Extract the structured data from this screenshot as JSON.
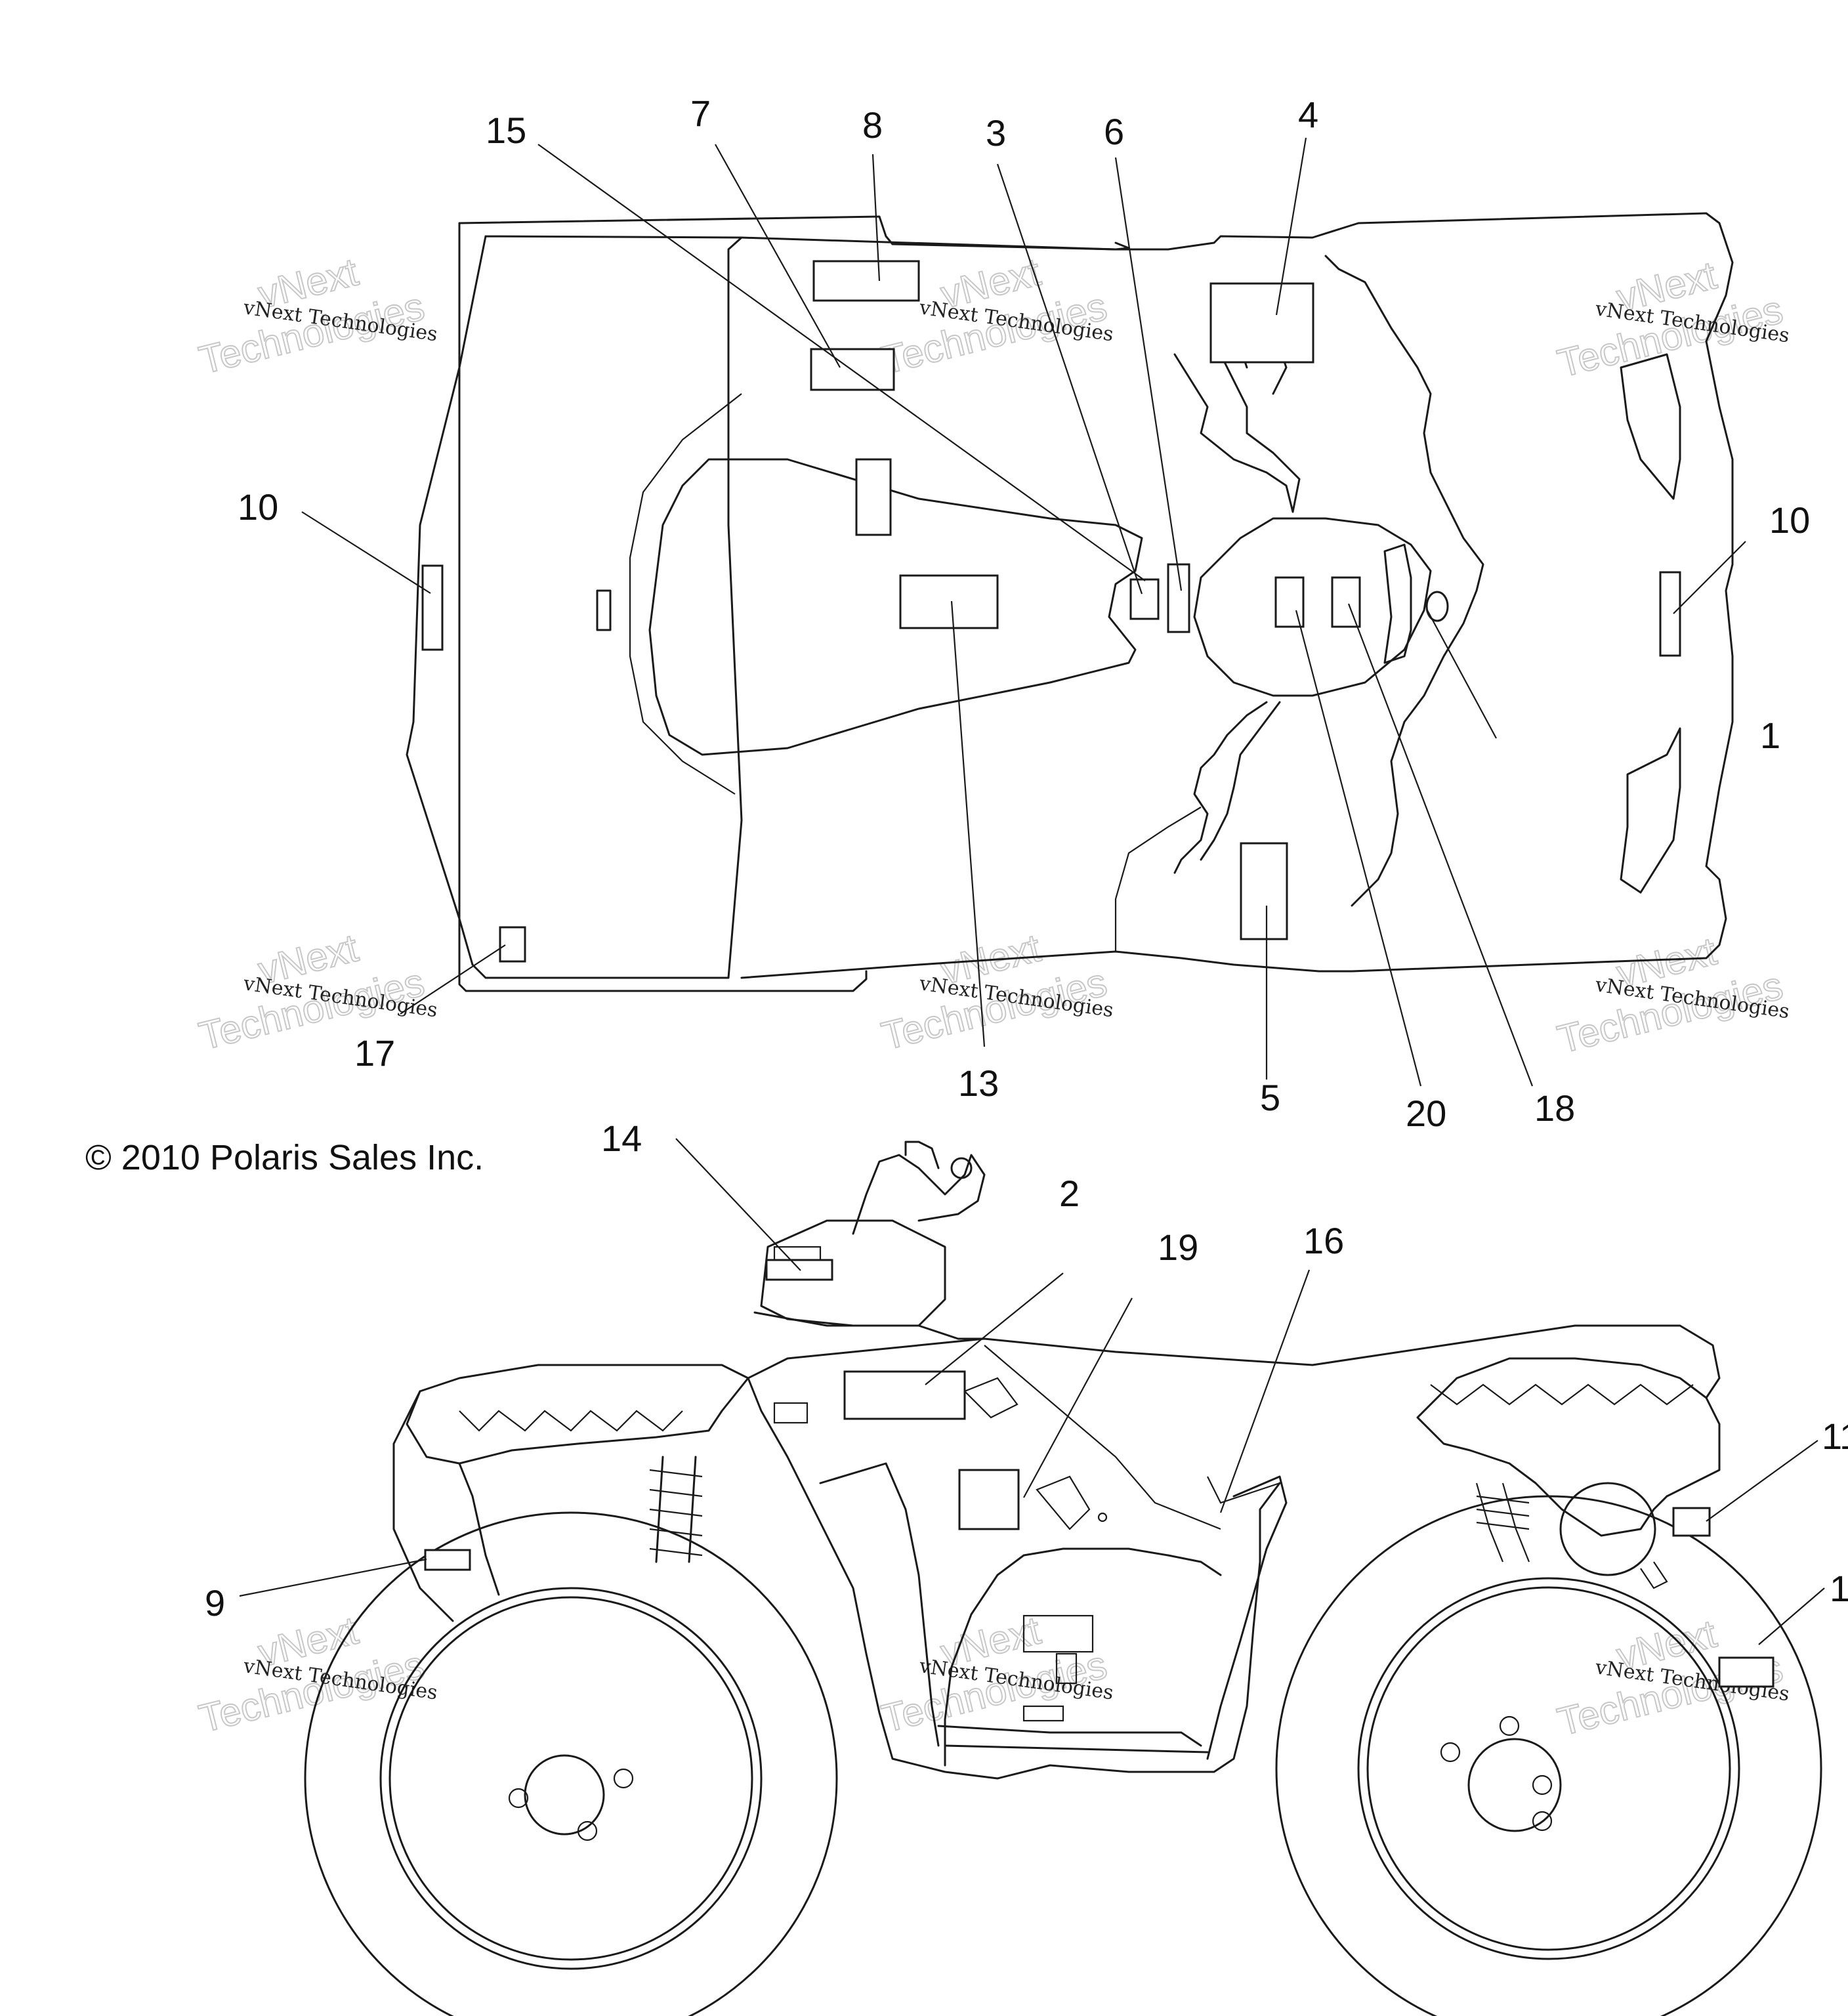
{
  "copyright": "© 2010 Polaris Sales Inc.",
  "watermark": {
    "brand": "vNext",
    "line": "vNext Technologies",
    "big": "Technologies"
  },
  "callouts": {
    "c1": "1",
    "c2": "2",
    "c3": "3",
    "c4": "4",
    "c5": "5",
    "c6": "6",
    "c7": "7",
    "c8": "8",
    "c9": "9",
    "c10a": "10",
    "c10b": "10",
    "c11": "11",
    "c12": "1",
    "c13": "13",
    "c14": "14",
    "c15": "15",
    "c16": "16",
    "c17": "17",
    "c18": "18",
    "c19": "19",
    "c20": "20"
  },
  "colors": {
    "line": "#1a1a1a",
    "watermark": "#c8c8c8",
    "background": "#ffffff"
  }
}
